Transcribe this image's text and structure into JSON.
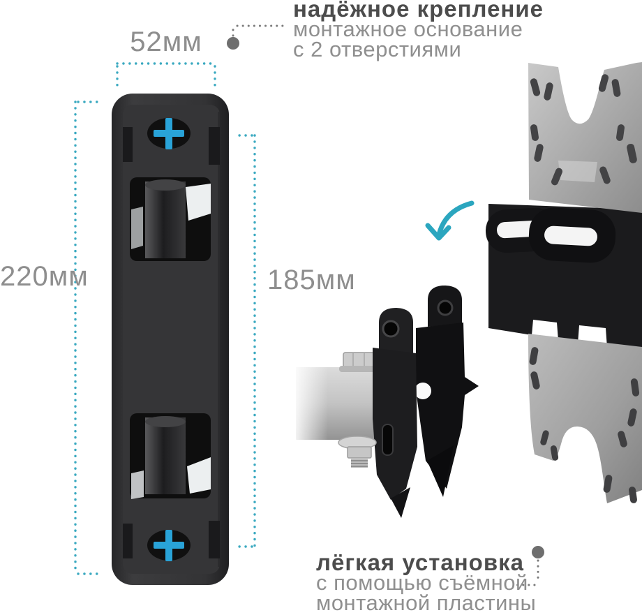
{
  "dimensions": {
    "width": "52мм",
    "height": "220мм",
    "hole_spacing": "185мм"
  },
  "annotations": {
    "secure": {
      "title": "надёжное крепление",
      "lines": [
        "монтажное основание",
        "с 2 отверстиями"
      ]
    },
    "easy": {
      "title": "лёгкая установка",
      "lines": [
        "с помощью съёмной",
        "монтажной пластины"
      ]
    }
  },
  "colors": {
    "accent_teal": "#3aa9c0",
    "arrow_teal": "#2ba6bf",
    "cross_blue": "#29a3d8",
    "heading_gray": "#4c4c4c",
    "body_gray": "#8f8f8f",
    "connector_gray": "#6e6e6e"
  },
  "icons": {
    "wall_plate": "wall-plate-front-view",
    "mount_plate": "removable-mounting-plate-detail",
    "vesa_plate": "vesa-adapter-plate"
  }
}
